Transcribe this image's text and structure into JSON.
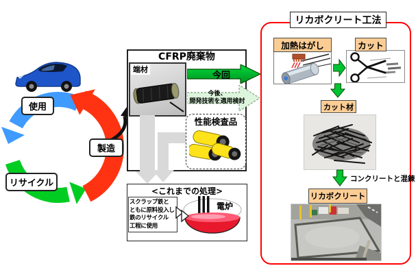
{
  "cycle": {
    "use": "使用",
    "manufacture": "製造",
    "recycle": "リサイクル"
  },
  "cfrp": {
    "title": "CFRP廃棄物",
    "offcut": "端材",
    "now": "今回",
    "future_line1": "今後、",
    "future_line2": "開発技術を適用検討",
    "inspection": "性能検査品"
  },
  "legacy": {
    "title": "<これまでの処理>",
    "note": [
      "スクラップ鉄と",
      "ともに原料投入し",
      "鉄のリサイクル",
      "工程に使用"
    ],
    "furnace": "電炉"
  },
  "method": {
    "title": "リカボクリート工法",
    "heat_step": "加熱はがし",
    "cut_step": "カット",
    "cut_material": "カット材",
    "mix_note": "コンクリートと混錬",
    "product": "リカボクリート"
  },
  "colors": {
    "panel_border": "#ff0000",
    "process_arrow_green": "#00b52e",
    "future_arrow_fill": "#dcf5dc",
    "step_label_bg": "#fbcd95",
    "flow_arrow_gray": "#d9d9d9",
    "cycle_blue": "#3f9bff",
    "cycle_green": "#00cc22",
    "cycle_red": "#ff3312",
    "furnace_red": "#e8192c",
    "inspection_yellow": "#ffe31a",
    "car_blue": "#1e55c8"
  }
}
